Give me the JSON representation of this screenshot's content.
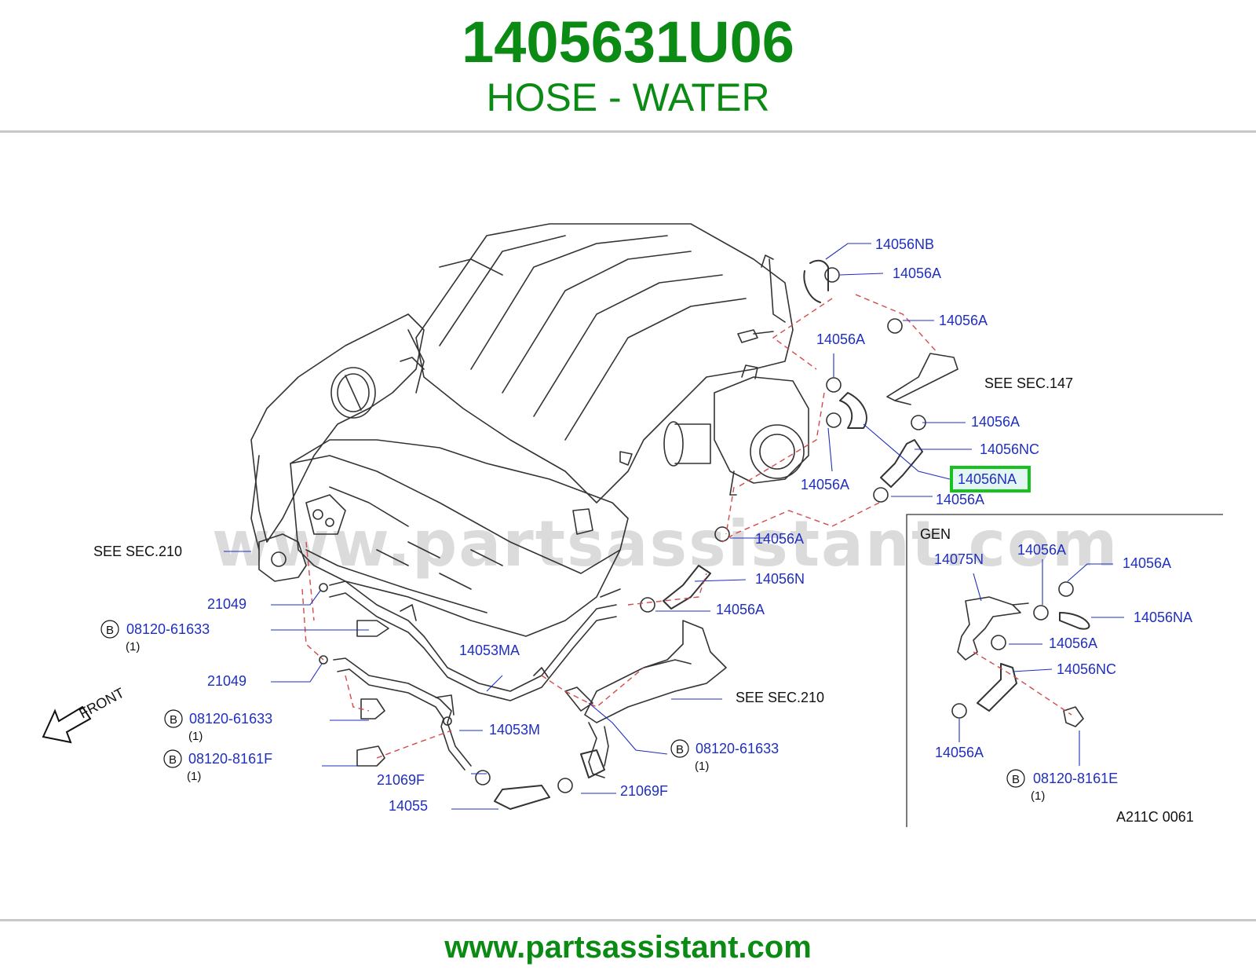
{
  "header": {
    "part_number": "1405631U06",
    "part_title": "HOSE - WATER"
  },
  "footer": {
    "url": "www.partsassistant.com"
  },
  "watermark": "www.partsassistant.com",
  "colors": {
    "brand_green": "#0b8a14",
    "callout_blue": "#1f2fbf",
    "label_black": "#111111",
    "line_art": "#333333",
    "leader_dash_red": "#d44a4a",
    "highlight_border": "#17c21f",
    "highlight_fill": "#e4f6f4",
    "watermark_grey": "#bdbdbd"
  },
  "diagram": {
    "labels": {
      "nb_top": "14056NB",
      "a_top": "14056A",
      "a_right1": "14056A",
      "a_mid": "14056A",
      "see147": "SEE   SEC.147",
      "a_right2": "14056A",
      "nc_right": "14056NC",
      "na_highlight": "14056NA",
      "a_center": "14056A",
      "a_right3": "14056A",
      "a_center2": "14056A",
      "n_center": "14056N",
      "a_center3": "14056A",
      "see210_left": "SEE   SEC.210",
      "p21049_1": "21049",
      "bolt1_num": "08120-61633",
      "bolt1_qty": "(1)",
      "ma": "14053MA",
      "p21049_2": "21049",
      "see210_right": "SEE   SEC.210",
      "front": "FRONT",
      "bolt2_num": "08120-61633",
      "bolt2_qty": "(1)",
      "m": "14053M",
      "bolt3_num": "08120-8161F",
      "bolt3_qty": "(1)",
      "p21069f_1": "21069F",
      "p14055": "14055",
      "bolt4_num": "08120-61633",
      "bolt4_qty": "(1)",
      "p21069f_2": "21069F",
      "gen": "GEN",
      "gen_n": "14075N",
      "gen_a1": "14056A",
      "gen_a2": "14056A",
      "gen_na": "14056NA",
      "gen_a3": "14056A",
      "gen_nc": "14056NC",
      "gen_a4": "14056A",
      "bolt5_num": "08120-8161E",
      "bolt5_qty": "(1)",
      "code": "A211C   0061",
      "b": "B"
    }
  }
}
